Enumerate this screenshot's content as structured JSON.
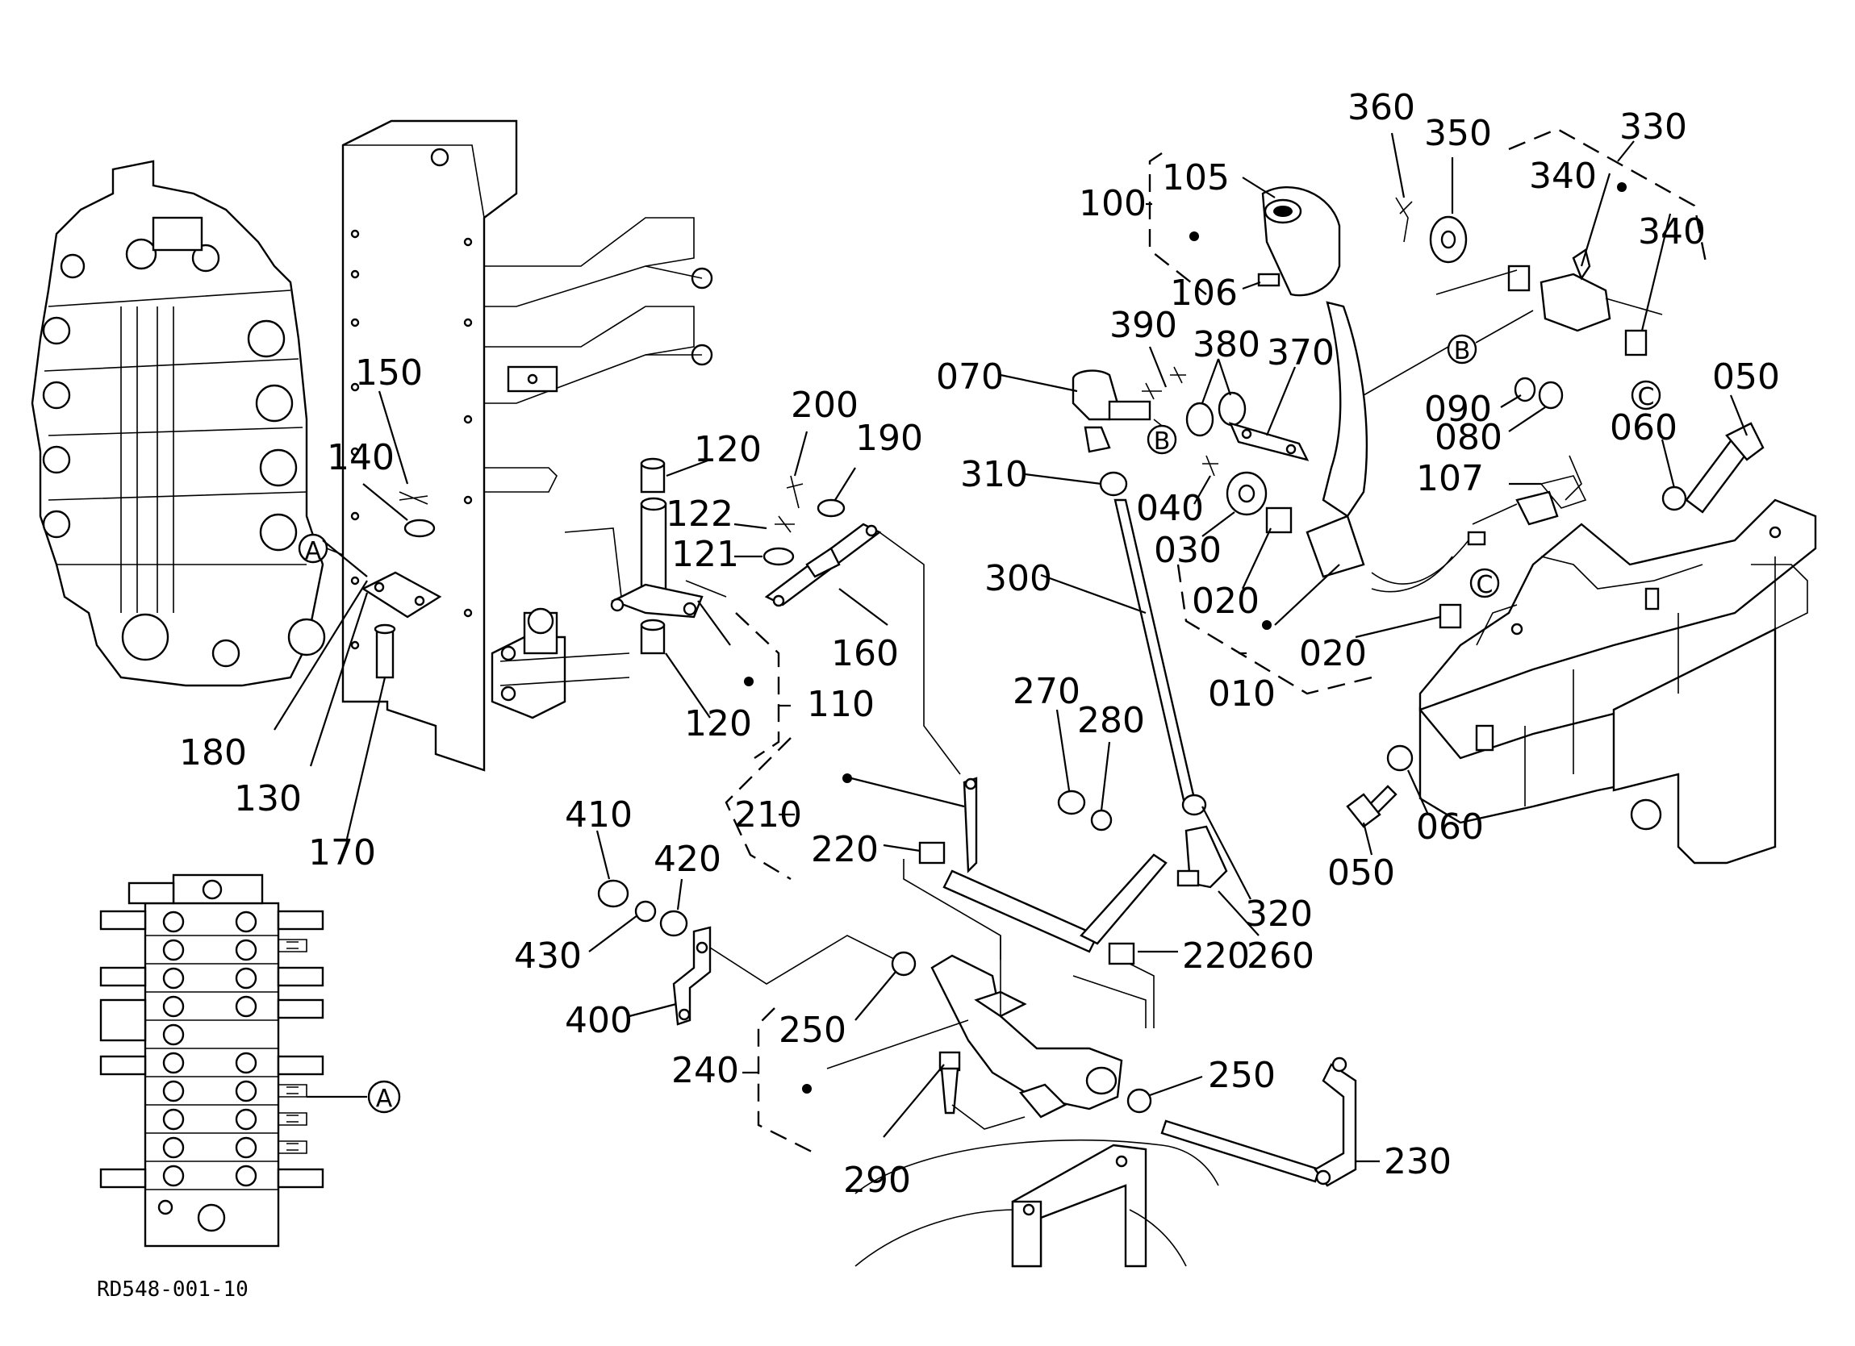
{
  "diagram_code": "RD548-001-10",
  "callouts": {
    "c100": "100",
    "c105": "105",
    "c106": "106",
    "c360": "360",
    "c350": "350",
    "c330": "330",
    "c340a": "340",
    "c340b": "340",
    "c390": "390",
    "c380": "380",
    "c370": "370",
    "c070": "070",
    "c150": "150",
    "c140": "140",
    "c120a": "120",
    "c200": "200",
    "c190": "190",
    "c122": "122",
    "c121": "121",
    "c310": "310",
    "c040": "040",
    "c030": "030",
    "c020a": "020",
    "c020b": "020",
    "c010": "010",
    "c090": "090",
    "c080": "080",
    "c050a": "050",
    "c060a": "060",
    "c107": "107",
    "c300": "300",
    "c160": "160",
    "c180": "180",
    "c130": "130",
    "c170": "170",
    "c120b": "120",
    "c110": "110",
    "c210": "210",
    "c270": "270",
    "c280": "280",
    "c220a": "220",
    "c220b": "220",
    "c320": "320",
    "c260": "260",
    "c410": "410",
    "c420": "420",
    "c430": "430",
    "c400": "400",
    "c250a": "250",
    "c250b": "250",
    "c240": "240",
    "c290": "290",
    "c230": "230",
    "c060b": "060",
    "c050b": "050"
  },
  "references": {
    "A_left": "A",
    "A_inset": "A",
    "B_lever": "B",
    "B_bracket": "B",
    "C_bracket": "C",
    "C_frame": "C"
  }
}
